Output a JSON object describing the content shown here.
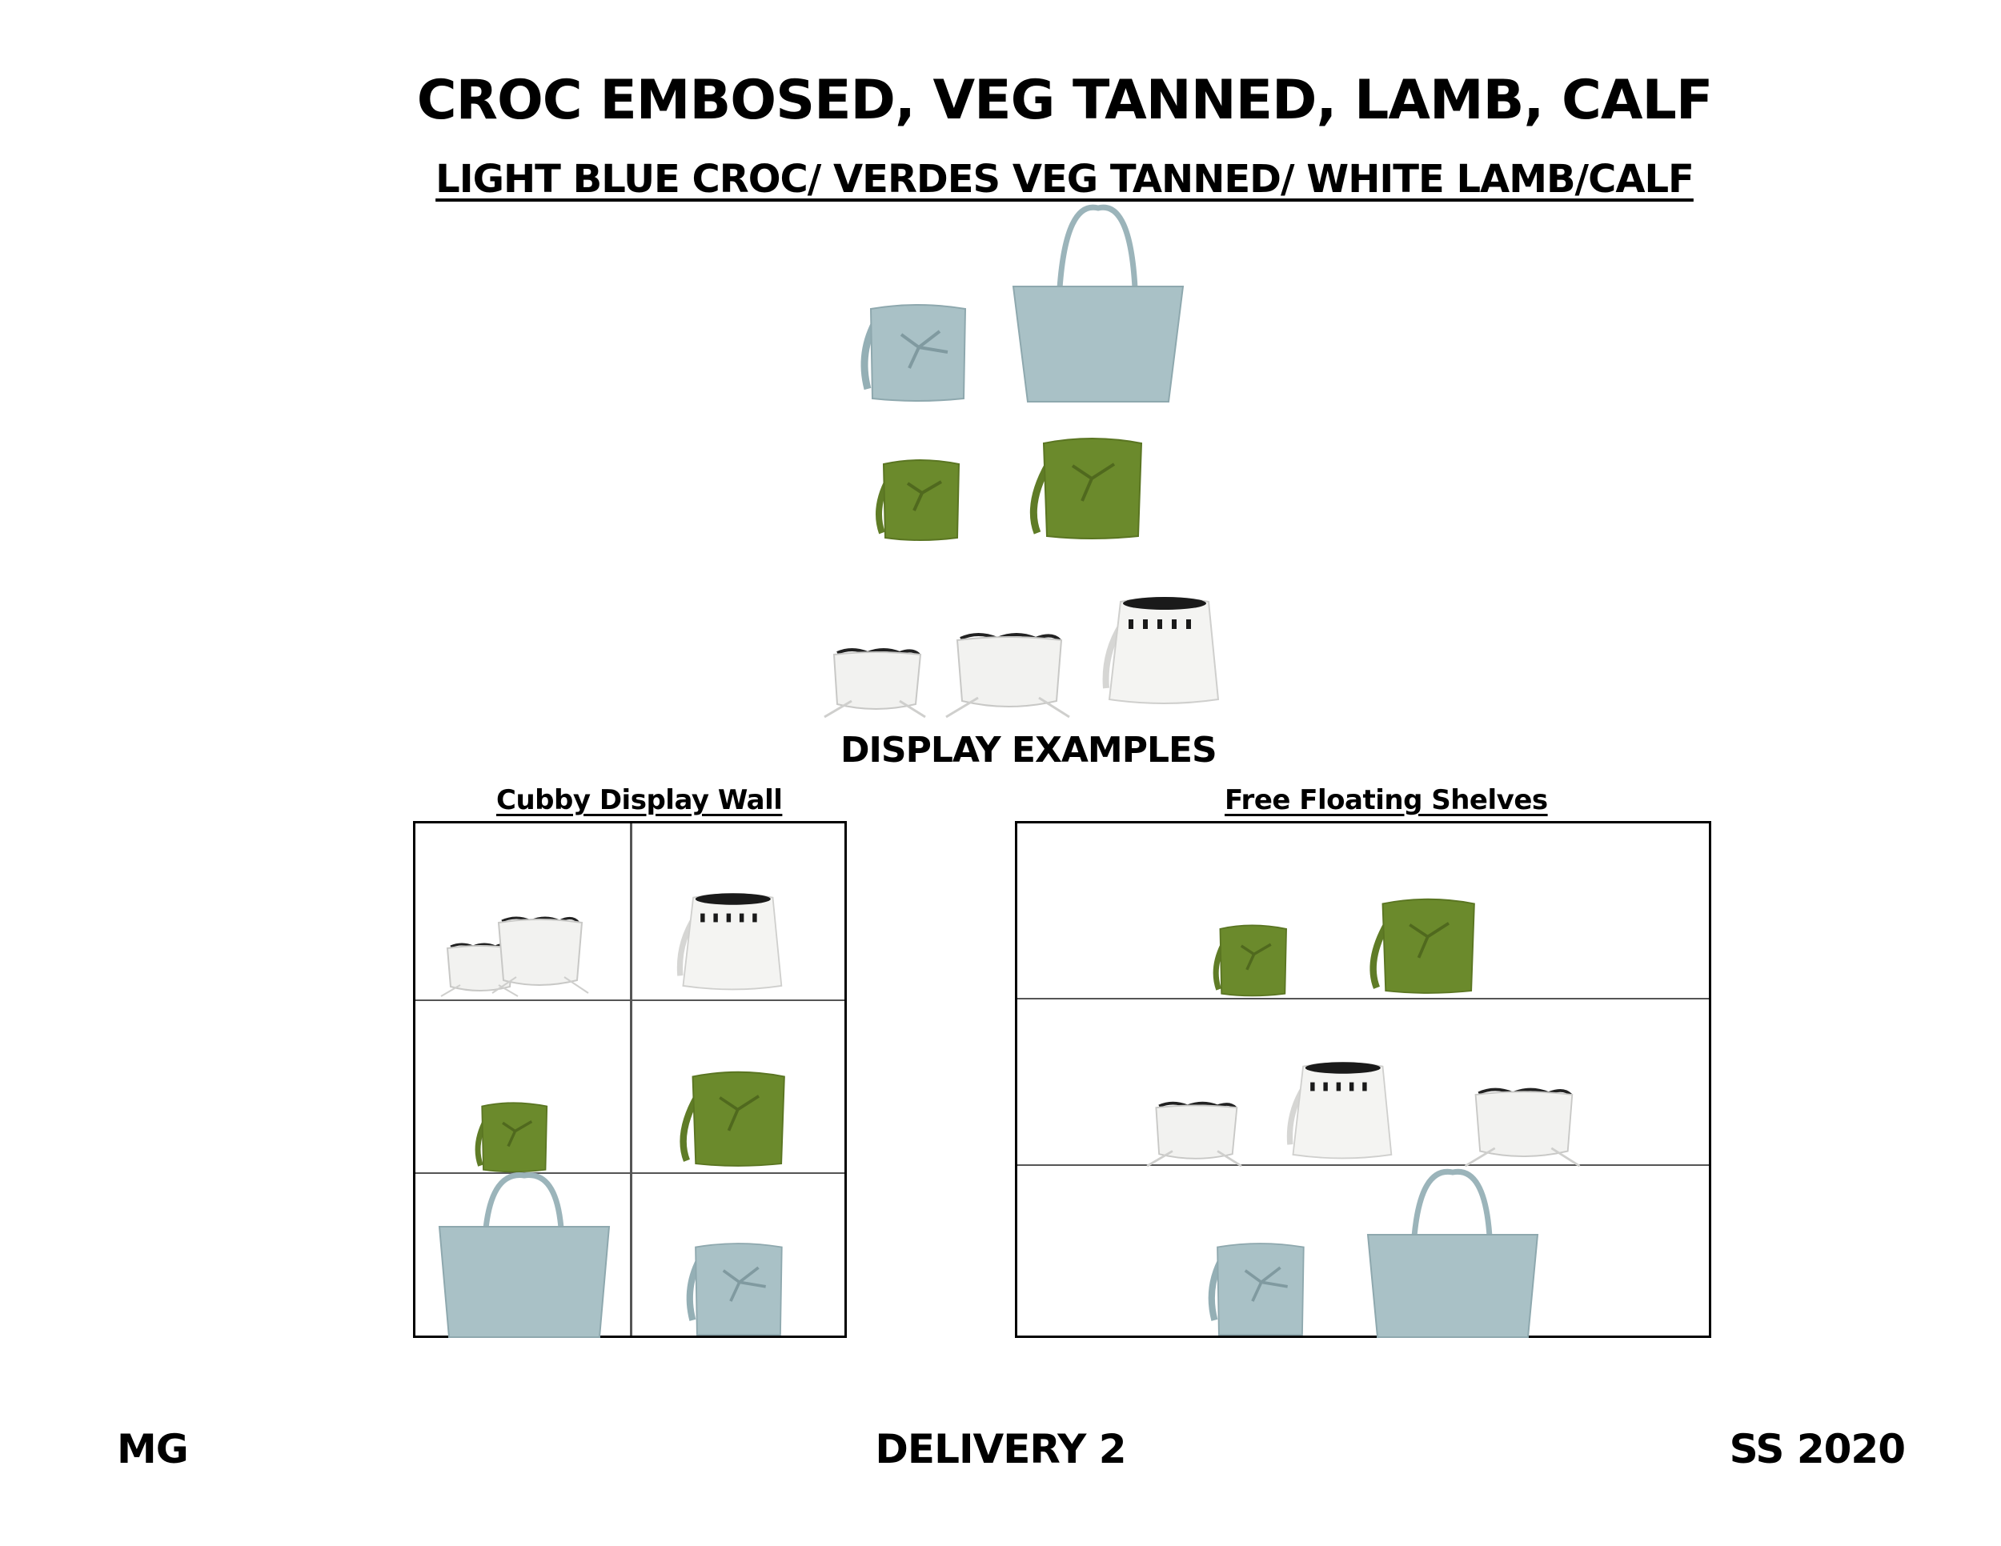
{
  "header": {
    "title": "CROC EMBOSED, VEG TANNED, LAMB, CALF",
    "subtitle": "LIGHT BLUE CROC/ VERDES VEG TANNED/ WHITE LAMB/CALF"
  },
  "display": {
    "heading": "DISPLAY EXAMPLES",
    "cubby_label": "Cubby Display Wall",
    "shelves_label": "Free Floating Shelves"
  },
  "footer": {
    "left": "MG",
    "center": "DELIVERY 2",
    "right": "SS 2020"
  },
  "colors": {
    "light_blue_croc": "#a9c1c6",
    "verdes_green": "#6b8a2c",
    "white_lamb": "#f2f2f0"
  }
}
